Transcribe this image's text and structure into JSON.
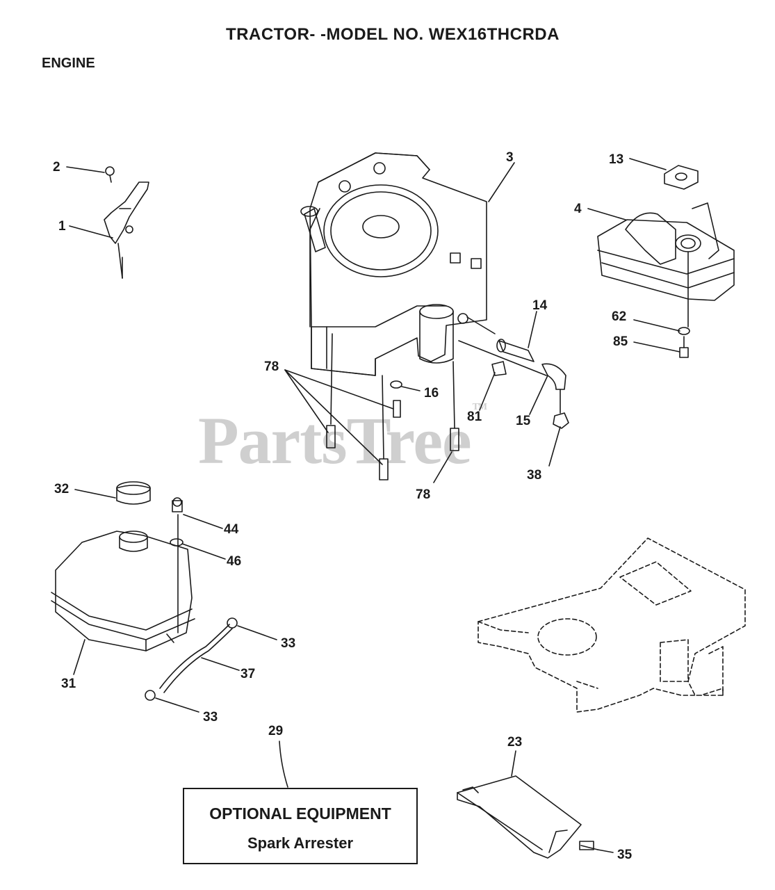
{
  "header": {
    "title": "TRACTOR- -MODEL NO. WEX16THCRDA",
    "section": "ENGINE"
  },
  "watermark": "PartsTree",
  "watermark_tm": "TM",
  "callouts": {
    "c1": "1",
    "c2": "2",
    "c3": "3",
    "c4": "4",
    "c13": "13",
    "c14": "14",
    "c15": "15",
    "c16": "16",
    "c23": "23",
    "c29": "29",
    "c31": "31",
    "c32": "32",
    "c33a": "33",
    "c33b": "33",
    "c35": "35",
    "c37": "37",
    "c38": "38",
    "c44": "44",
    "c46": "46",
    "c62": "62",
    "c78a": "78",
    "c78b": "78",
    "c81": "81",
    "c85": "85"
  },
  "optional": {
    "title": "OPTIONAL EQUIPMENT",
    "item": "Spark Arrester"
  },
  "colors": {
    "ink": "#1a1a1a",
    "watermark": "#cfcfcf"
  }
}
